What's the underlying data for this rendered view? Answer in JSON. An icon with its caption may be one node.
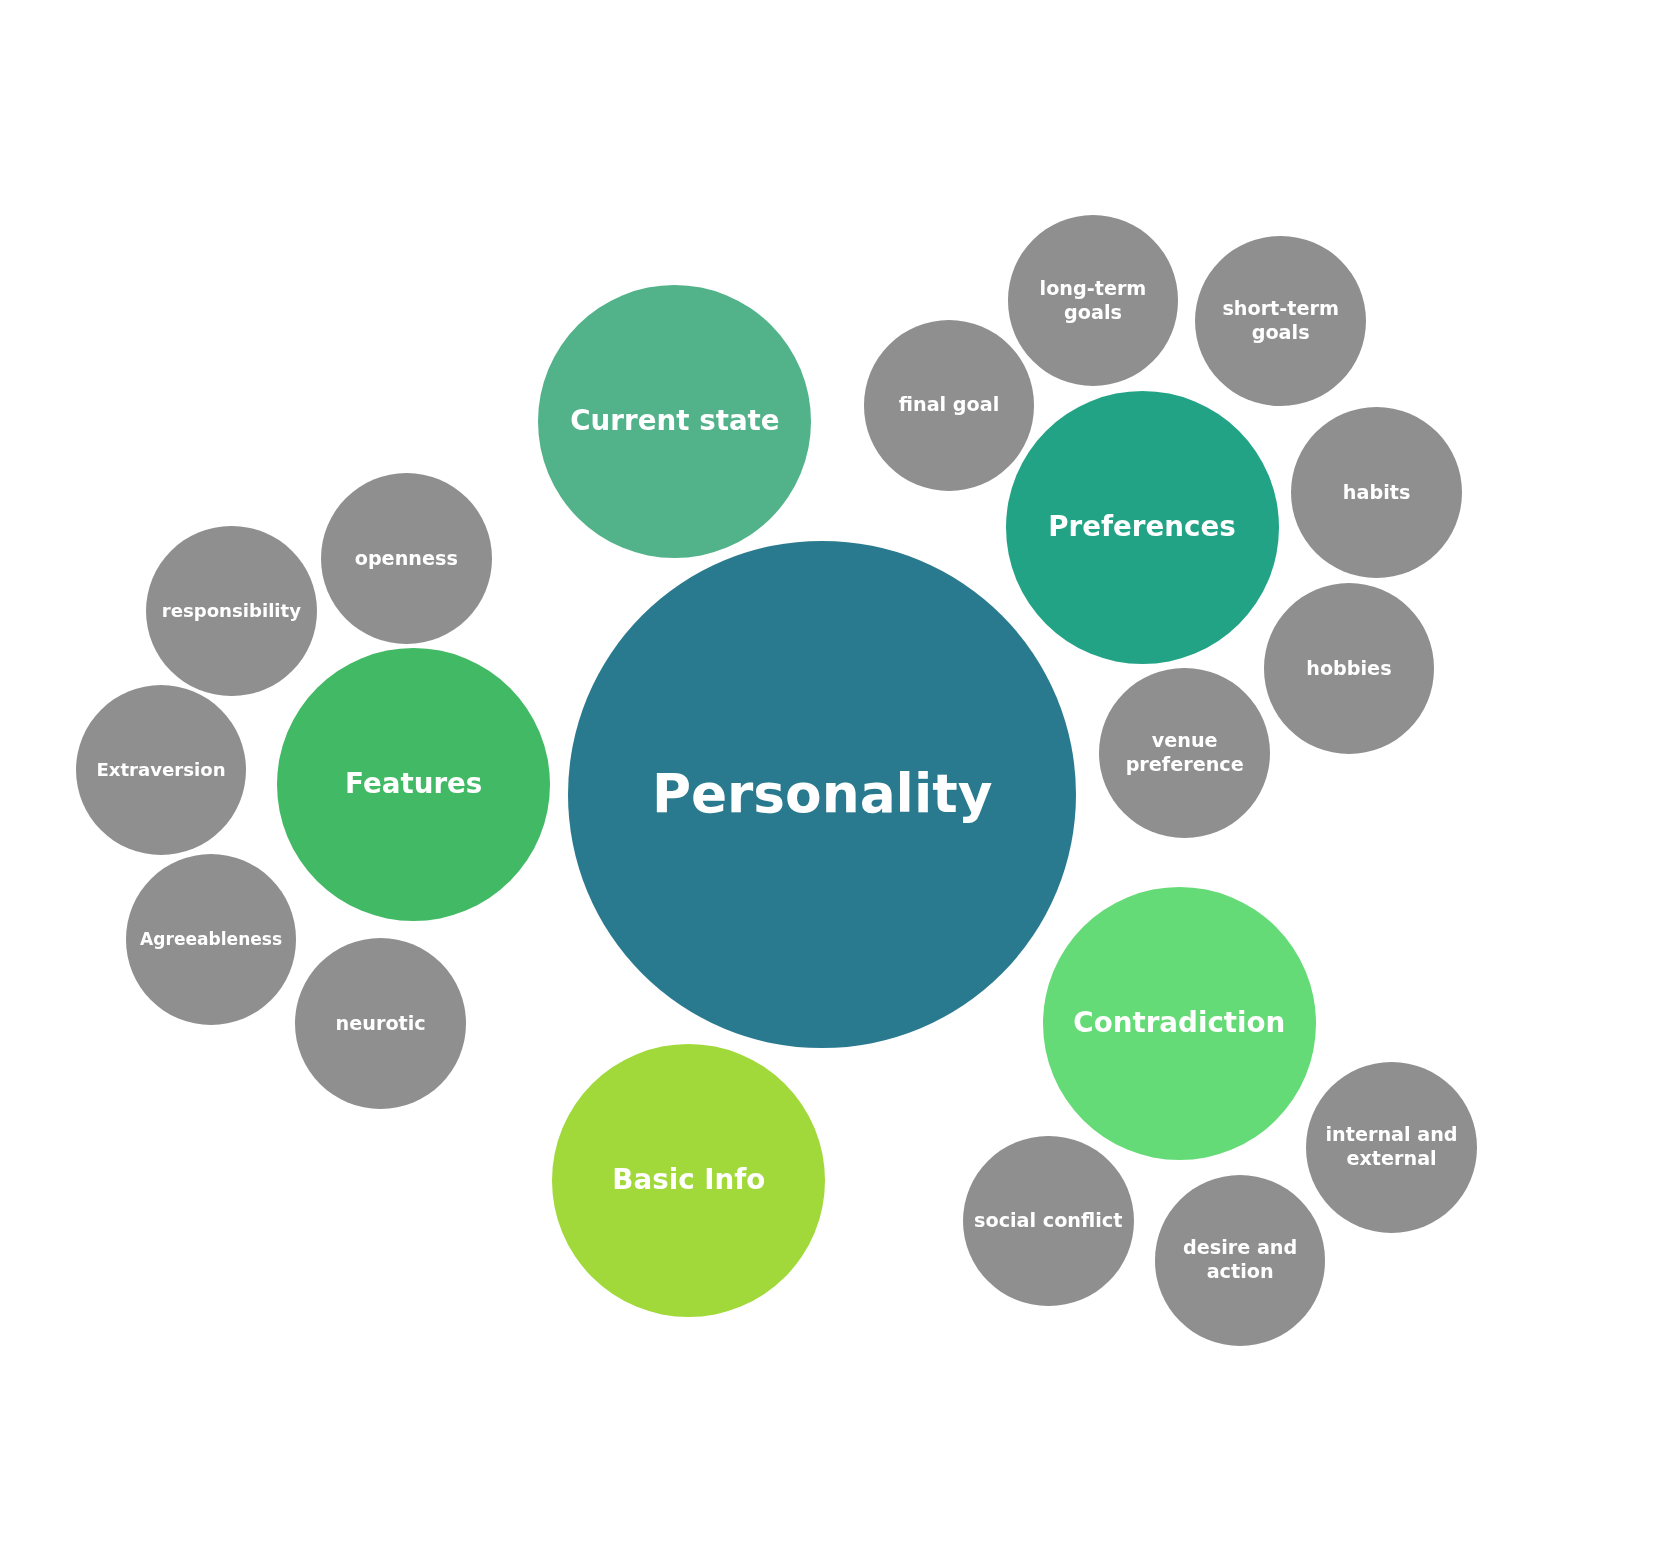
{
  "diagram": {
    "nodes": [
      {
        "text": [
          "Personality"
        ]
      },
      {
        "text": [
          "Current state"
        ]
      },
      {
        "text": [
          "Preferences"
        ]
      },
      {
        "text": [
          "final goal"
        ]
      },
      {
        "text": [
          "long-term goals"
        ]
      },
      {
        "text": [
          "short-term goals"
        ]
      },
      {
        "text": [
          "habits"
        ]
      },
      {
        "text": [
          "hobbies"
        ]
      },
      {
        "text": [
          "venue preference"
        ]
      },
      {
        "text": [
          "Features"
        ]
      },
      {
        "text": [
          "openness"
        ]
      },
      {
        "text": [
          "responsibility"
        ]
      },
      {
        "text": [
          "Extraversion"
        ]
      },
      {
        "text": [
          "Agreeableness"
        ]
      },
      {
        "text": [
          "neurotic"
        ]
      },
      {
        "text": [
          "Contradiction"
        ]
      },
      {
        "text": [
          "internal and external"
        ]
      },
      {
        "text": [
          "desire and action"
        ]
      },
      {
        "text": [
          "social conflict"
        ]
      },
      {
        "text": [
          "Basic Info"
        ]
      }
    ]
  }
}
